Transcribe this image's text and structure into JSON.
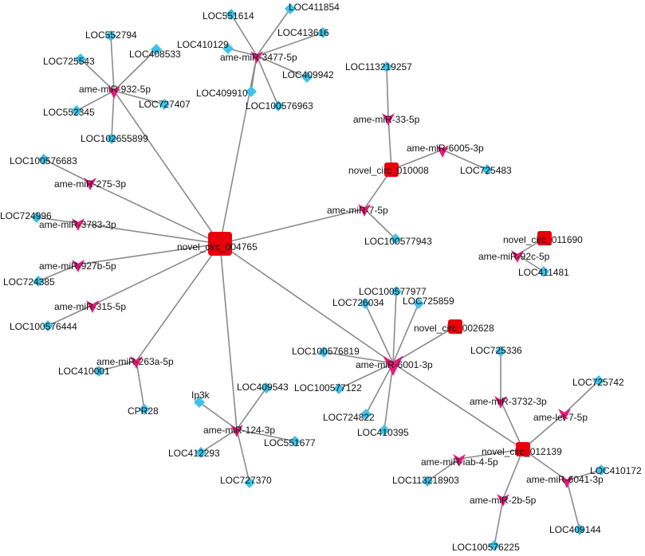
{
  "colors": {
    "circ_fill": "#e8000d",
    "mirna_fill": "#e6197a",
    "gene_fill": "#3ec3ea",
    "edge": "#8a8a8a",
    "label": "#111111"
  },
  "nodes": [
    {
      "id": "novel_circ_004765",
      "type": "circ",
      "label": "novel_circ_004765"
    },
    {
      "id": "novel_circ_010008",
      "type": "circ",
      "label": "novel_circ_010008"
    },
    {
      "id": "novel_circ_011690",
      "type": "circ",
      "label": "novel_circ_011690"
    },
    {
      "id": "novel_circ_002628",
      "type": "circ",
      "label": "novel_circ_002628"
    },
    {
      "id": "novel_circ_012139",
      "type": "circ",
      "label": "novel_circ_012139"
    },
    {
      "id": "ame-miR-932-5p",
      "type": "mirna",
      "label": "ame-miR-932-5p"
    },
    {
      "id": "ame-miR-3477-5p",
      "type": "mirna",
      "label": "ame-miR-3477-5p"
    },
    {
      "id": "ame-miR-275-3p",
      "type": "mirna",
      "label": "ame-miR-275-3p"
    },
    {
      "id": "ame-miR-3783-3p",
      "type": "mirna",
      "label": "ame-miR-3783-3p"
    },
    {
      "id": "ame-miR-927b-5p",
      "type": "mirna",
      "label": "ame-miR-927b-5p"
    },
    {
      "id": "ame-miR-315-5p",
      "type": "mirna",
      "label": "ame-miR-315-5p"
    },
    {
      "id": "ame-miR-263a-5p",
      "type": "mirna",
      "label": "ame-miR-263a-5p"
    },
    {
      "id": "ame-miR-124-3p",
      "type": "mirna",
      "label": "ame-miR-124-3p"
    },
    {
      "id": "ame-miR-33-5p",
      "type": "mirna",
      "label": "ame-miR-33-5p"
    },
    {
      "id": "ame-miR-6005-3p",
      "type": "mirna",
      "label": "ame-miR-6005-3p"
    },
    {
      "id": "ame-miR-7-5p",
      "type": "mirna",
      "label": "ame-miR-7-5p"
    },
    {
      "id": "ame-miR-92c-5p",
      "type": "mirna",
      "label": "ame-miR-92c-5p"
    },
    {
      "id": "ame-miR-6001-3p",
      "type": "mirna",
      "label": "ame-miR-6001-3p",
      "large": true
    },
    {
      "id": "ame-miR-3732-3p",
      "type": "mirna",
      "label": "ame-miR-3732-3p"
    },
    {
      "id": "ame-let-7-5p",
      "type": "mirna",
      "label": "ame-let-7-5p"
    },
    {
      "id": "ame-miR-iab-4-5p",
      "type": "mirna",
      "label": "ame-miR-iab-4-5p"
    },
    {
      "id": "ame-miR-6041-3p",
      "type": "mirna",
      "label": "ame-miR-6041-3p"
    },
    {
      "id": "ame-miR-2b-5p",
      "type": "mirna",
      "label": "ame-miR-2b-5p"
    },
    {
      "id": "LOC552794",
      "type": "gene",
      "label": "LOC552794"
    },
    {
      "id": "LOC408533",
      "type": "gene",
      "label": "LOC408533"
    },
    {
      "id": "LOC725543",
      "type": "gene",
      "label": "LOC725543"
    },
    {
      "id": "LOC727407",
      "type": "gene",
      "label": "LOC727407"
    },
    {
      "id": "LOC552345",
      "type": "gene",
      "label": "LOC552345"
    },
    {
      "id": "LOC102655899",
      "type": "gene",
      "label": "LOC102655899"
    },
    {
      "id": "LOC411854",
      "type": "gene",
      "label": "LOC411854"
    },
    {
      "id": "LOC551614",
      "type": "gene",
      "label": "LOC551614"
    },
    {
      "id": "LOC413616",
      "type": "gene",
      "label": "LOC413616"
    },
    {
      "id": "LOC410129",
      "type": "gene",
      "label": "LOC410129"
    },
    {
      "id": "LOC409942",
      "type": "gene",
      "label": "LOC409942"
    },
    {
      "id": "LOC409910",
      "type": "gene",
      "label": "LOC409910"
    },
    {
      "id": "LOC100576963",
      "type": "gene",
      "label": "LOC100576963"
    },
    {
      "id": "LOC113219257",
      "type": "gene",
      "label": "LOC113219257"
    },
    {
      "id": "LOC725483",
      "type": "gene",
      "label": "LOC725483"
    },
    {
      "id": "LOC100577943",
      "type": "gene",
      "label": "LOC100577943"
    },
    {
      "id": "LOC411481",
      "type": "gene",
      "label": "LOC411481"
    },
    {
      "id": "LOC100576683",
      "type": "gene",
      "label": "LOC100576683"
    },
    {
      "id": "LOC724996",
      "type": "gene",
      "label": "LOC724996"
    },
    {
      "id": "LOC724385",
      "type": "gene",
      "label": "LOC724385"
    },
    {
      "id": "LOC100576444",
      "type": "gene",
      "label": "LOC100576444"
    },
    {
      "id": "LOC410001",
      "type": "gene",
      "label": "LOC410001"
    },
    {
      "id": "CPR28",
      "type": "gene",
      "label": "CPR28"
    },
    {
      "id": "LOC409543",
      "type": "gene",
      "label": "LOC409543"
    },
    {
      "id": "Ip3k",
      "type": "gene",
      "label": "Ip3k"
    },
    {
      "id": "LOC551677",
      "type": "gene",
      "label": "LOC551677"
    },
    {
      "id": "LOC412293",
      "type": "gene",
      "label": "LOC412293"
    },
    {
      "id": "LOC727370",
      "type": "gene",
      "label": "LOC727370"
    },
    {
      "id": "LOC100577977",
      "type": "gene",
      "label": "LOC100577977"
    },
    {
      "id": "LOC726034",
      "type": "gene",
      "label": "LOC726034"
    },
    {
      "id": "LOC725859",
      "type": "gene",
      "label": "LOC725859"
    },
    {
      "id": "LOC100576819",
      "type": "gene",
      "label": "LOC100576819"
    },
    {
      "id": "LOC100577122",
      "type": "gene",
      "label": "LOC100577122"
    },
    {
      "id": "LOC724822",
      "type": "gene",
      "label": "LOC724822"
    },
    {
      "id": "LOC410395",
      "type": "gene",
      "label": "LOC410395"
    },
    {
      "id": "LOC725336",
      "type": "gene",
      "label": "LOC725336"
    },
    {
      "id": "LOC725742",
      "type": "gene",
      "label": "LOC725742"
    },
    {
      "id": "LOC113218903",
      "type": "gene",
      "label": "LOC113218903"
    },
    {
      "id": "LOC410172",
      "type": "gene",
      "label": "LOC410172"
    },
    {
      "id": "LOC409144",
      "type": "gene",
      "label": "LOC409144"
    },
    {
      "id": "LOC100576225",
      "type": "gene",
      "label": "LOC100576225"
    }
  ],
  "edges": [
    [
      "novel_circ_004765",
      "ame-miR-932-5p"
    ],
    [
      "novel_circ_004765",
      "ame-miR-3477-5p"
    ],
    [
      "novel_circ_004765",
      "ame-miR-275-3p"
    ],
    [
      "novel_circ_004765",
      "ame-miR-3783-3p"
    ],
    [
      "novel_circ_004765",
      "ame-miR-927b-5p"
    ],
    [
      "novel_circ_004765",
      "ame-miR-315-5p"
    ],
    [
      "novel_circ_004765",
      "ame-miR-263a-5p"
    ],
    [
      "novel_circ_004765",
      "ame-miR-124-3p"
    ],
    [
      "novel_circ_004765",
      "ame-miR-7-5p"
    ],
    [
      "novel_circ_004765",
      "ame-miR-6001-3p"
    ],
    [
      "ame-miR-932-5p",
      "LOC552794"
    ],
    [
      "ame-miR-932-5p",
      "LOC408533"
    ],
    [
      "ame-miR-932-5p",
      "LOC725543"
    ],
    [
      "ame-miR-932-5p",
      "LOC727407"
    ],
    [
      "ame-miR-932-5p",
      "LOC552345"
    ],
    [
      "ame-miR-932-5p",
      "LOC102655899"
    ],
    [
      "ame-miR-3477-5p",
      "LOC411854"
    ],
    [
      "ame-miR-3477-5p",
      "LOC551614"
    ],
    [
      "ame-miR-3477-5p",
      "LOC413616"
    ],
    [
      "ame-miR-3477-5p",
      "LOC410129"
    ],
    [
      "ame-miR-3477-5p",
      "LOC409942"
    ],
    [
      "ame-miR-3477-5p",
      "LOC409910"
    ],
    [
      "ame-miR-3477-5p",
      "LOC100576963"
    ],
    [
      "ame-miR-275-3p",
      "LOC100576683"
    ],
    [
      "ame-miR-3783-3p",
      "LOC724996"
    ],
    [
      "ame-miR-927b-5p",
      "LOC724385"
    ],
    [
      "ame-miR-315-5p",
      "LOC100576444"
    ],
    [
      "ame-miR-263a-5p",
      "LOC410001"
    ],
    [
      "ame-miR-263a-5p",
      "CPR28"
    ],
    [
      "ame-miR-124-3p",
      "LOC409543"
    ],
    [
      "ame-miR-124-3p",
      "Ip3k"
    ],
    [
      "ame-miR-124-3p",
      "LOC551677"
    ],
    [
      "ame-miR-124-3p",
      "LOC412293"
    ],
    [
      "ame-miR-124-3p",
      "LOC727370"
    ],
    [
      "novel_circ_010008",
      "ame-miR-33-5p"
    ],
    [
      "novel_circ_010008",
      "ame-miR-6005-3p"
    ],
    [
      "novel_circ_010008",
      "ame-miR-7-5p"
    ],
    [
      "ame-miR-33-5p",
      "LOC113219257"
    ],
    [
      "ame-miR-6005-3p",
      "LOC725483"
    ],
    [
      "ame-miR-7-5p",
      "LOC100577943"
    ],
    [
      "novel_circ_011690",
      "ame-miR-92c-5p"
    ],
    [
      "ame-miR-92c-5p",
      "LOC411481"
    ],
    [
      "novel_circ_002628",
      "ame-miR-6001-3p"
    ],
    [
      "novel_circ_012139",
      "ame-miR-6001-3p"
    ],
    [
      "ame-miR-6001-3p",
      "LOC100577977"
    ],
    [
      "ame-miR-6001-3p",
      "LOC726034"
    ],
    [
      "ame-miR-6001-3p",
      "LOC725859"
    ],
    [
      "ame-miR-6001-3p",
      "LOC100576819"
    ],
    [
      "ame-miR-6001-3p",
      "LOC100577122"
    ],
    [
      "ame-miR-6001-3p",
      "LOC724822"
    ],
    [
      "ame-miR-6001-3p",
      "LOC410395"
    ],
    [
      "novel_circ_012139",
      "ame-miR-3732-3p"
    ],
    [
      "novel_circ_012139",
      "ame-let-7-5p"
    ],
    [
      "novel_circ_012139",
      "ame-miR-iab-4-5p"
    ],
    [
      "novel_circ_012139",
      "ame-miR-6041-3p"
    ],
    [
      "novel_circ_012139",
      "ame-miR-2b-5p"
    ],
    [
      "ame-miR-3732-3p",
      "LOC725336"
    ],
    [
      "ame-let-7-5p",
      "LOC725742"
    ],
    [
      "ame-miR-iab-4-5p",
      "LOC113218903"
    ],
    [
      "ame-miR-6041-3p",
      "LOC410172"
    ],
    [
      "ame-miR-6041-3p",
      "LOC409144"
    ],
    [
      "ame-miR-2b-5p",
      "LOC100576225"
    ]
  ]
}
